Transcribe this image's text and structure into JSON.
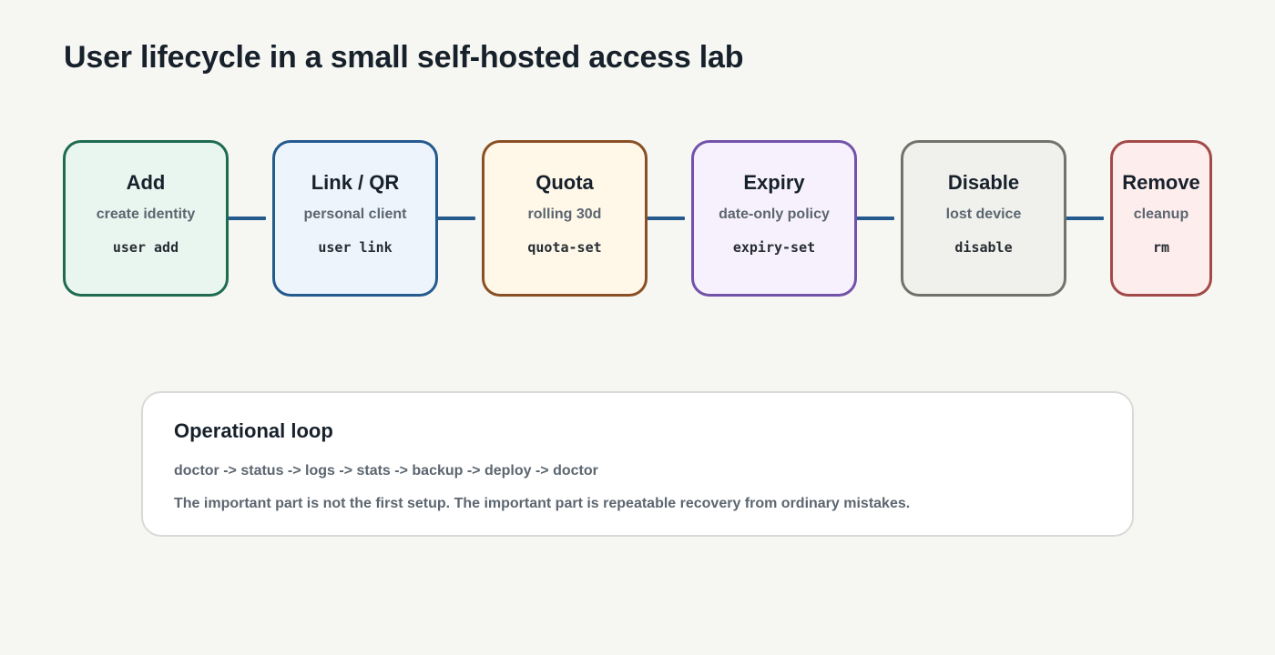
{
  "title": "User lifecycle in a small self-hosted access lab",
  "connector_color": "#245a8d",
  "stages": [
    {
      "title": "Add",
      "subtitle": "create identity",
      "command": "user add",
      "border_color": "#1e6b52",
      "fill_color": "#e9f5ef"
    },
    {
      "title": "Link / QR",
      "subtitle": "personal client",
      "command": "user link",
      "border_color": "#245a8d",
      "fill_color": "#edf4fc"
    },
    {
      "title": "Quota",
      "subtitle": "rolling 30d",
      "command": "quota-set",
      "border_color": "#8a4f24",
      "fill_color": "#fff8e9"
    },
    {
      "title": "Expiry",
      "subtitle": "date-only policy",
      "command": "expiry-set",
      "border_color": "#7352aa",
      "fill_color": "#f6f1fd"
    },
    {
      "title": "Disable",
      "subtitle": "lost device",
      "command": "disable",
      "border_color": "#70736c",
      "fill_color": "#f0f1ec"
    },
    {
      "title": "Remove",
      "subtitle": "cleanup",
      "command": "rm",
      "border_color": "#a24a48",
      "fill_color": "#feeded"
    }
  ],
  "loop": {
    "title": "Operational loop",
    "sequence": "doctor -> status -> logs -> stats -> backup -> deploy -> doctor",
    "note": "The important part is not the first setup. The important part is repeatable recovery from ordinary mistakes."
  }
}
